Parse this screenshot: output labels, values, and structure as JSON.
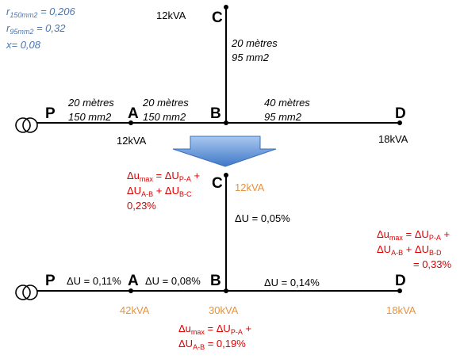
{
  "params": {
    "r150": {
      "sym": "r",
      "sub": "150mm2",
      "val": " = 0,206"
    },
    "r95": {
      "sym": "r",
      "sub": "95mm2",
      "val": " = 0,32"
    },
    "x": "x= 0,08"
  },
  "top": {
    "nodes": {
      "P": "P",
      "A": "A",
      "B": "B",
      "C": "C",
      "D": "D"
    },
    "segments": {
      "PA": [
        "20 mètres",
        "150 mm2"
      ],
      "AB": [
        "20 mètres",
        "150 mm2"
      ],
      "BC": [
        "20 mètres",
        "95 mm2"
      ],
      "BD": [
        "40 mètres",
        "95 mm2"
      ]
    },
    "loads": {
      "C": "12kVA",
      "A": "12kVA",
      "D": "18kVA"
    }
  },
  "bottom": {
    "nodes": {
      "P": "P",
      "A": "A",
      "B": "B",
      "C": "C",
      "D": "D"
    },
    "loads": {
      "C": "12kVA",
      "A": "42kVA",
      "B": "30kVA",
      "D": "18kVA"
    },
    "drops": {
      "PA": "ΔU = 0,11%",
      "AB": "ΔU = 0,08%",
      "BC": "ΔU = 0,05%",
      "BD": "ΔU = 0,14%"
    },
    "maxC": {
      "l1a": "Δu",
      "l1s": "max",
      "l1b": " = ΔU",
      "l1s2": "P-A",
      "l1c": " +",
      "l2a": "ΔU",
      "l2s": "A-B",
      "l2b": " + ΔU",
      "l2s2": "B-C",
      "l3": "0,23%"
    },
    "maxD": {
      "l1a": "Δu",
      "l1s": "max",
      "l1b": " = ΔU",
      "l1s2": "P-A",
      "l1c": " +",
      "l2a": "ΔU",
      "l2s": "A-B",
      "l2b": " + ΔU",
      "l2s2": "B-D",
      "l3": "= 0,33%"
    },
    "maxB": {
      "l1a": "Δu",
      "l1s": "max",
      "l1b": " = ΔU",
      "l1s2": "P-A",
      "l1c": " +",
      "l2a": "ΔU",
      "l2s": "A-B",
      "l2b": " = 0,19%"
    }
  },
  "colors": {
    "line": "#000000",
    "params": "#4a76b2",
    "orange": "#e8923a",
    "red": "#e00000",
    "arrow": "#5b8fd6"
  }
}
